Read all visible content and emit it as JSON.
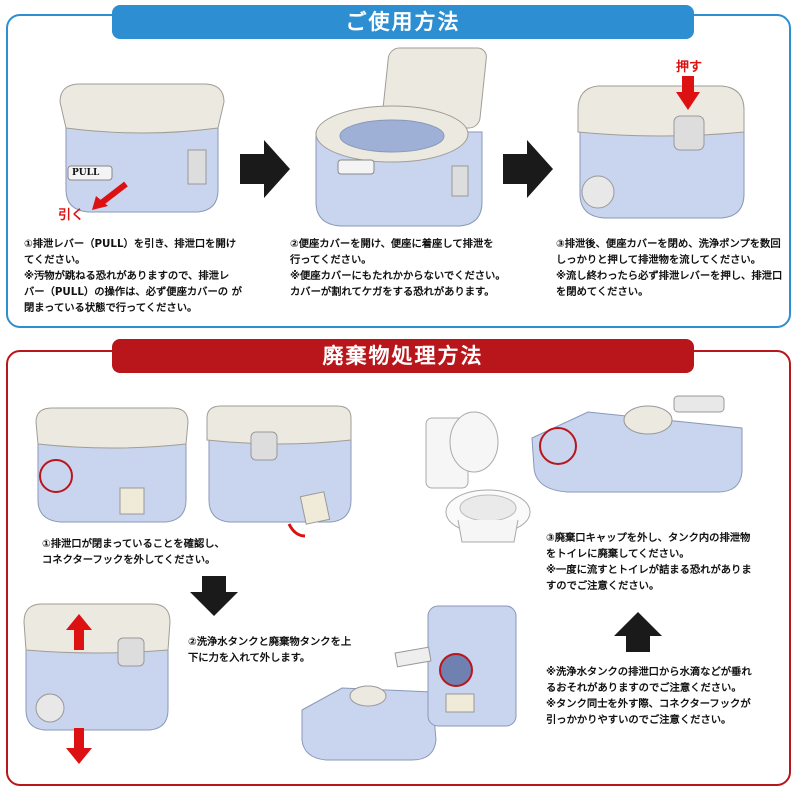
{
  "usage": {
    "title": "ご使用方法",
    "pull_label": "引く",
    "push_label": "押す",
    "lever_text": "PULL",
    "steps": [
      {
        "lines": [
          "①排泄レバー（PULL）を引き、排泄口を開け",
          "てください。",
          "※汚物が跳ねる恐れがありますので、排泄レ",
          "バー（PULL）の操作は、必ず便座カバーの が",
          "閉まっている状態で行ってください。"
        ]
      },
      {
        "lines": [
          "②便座カバーを開け、便座に着座して排泄を",
          "行ってください。",
          "※便座カバーにもたれかからないでください。",
          "カバーが割れてケガをする恐れがあります。"
        ]
      },
      {
        "lines": [
          "③排泄後、便座カバーを閉め、洗浄ポンプを数回",
          "しっかりと押して排泄物を流してください。",
          "※流し終わったら必ず排泄レバーを押し、排泄口",
          "を閉めてください。"
        ]
      }
    ]
  },
  "disposal": {
    "title": "廃棄物処理方法",
    "steps": [
      {
        "lines": [
          "①排泄口が閉まっていることを確認し、",
          "コネクターフックを外してください。"
        ]
      },
      {
        "lines": [
          "②洗浄水タンクと廃棄物タンクを上",
          "下に力を入れて外します。"
        ]
      },
      {
        "lines": [
          "③廃棄口キャップを外し、タンク内の排泄物",
          "をトイレに廃棄してください。",
          "※一度に流すとトイレが詰まる恐れがありま",
          "すのでご注意ください。"
        ]
      },
      {
        "lines": [
          "※洗浄水タンクの排泄口から水滴などが垂れ",
          "るおそれがありますのでご注意ください。",
          "※タンク同士を外す際、コネクターフックが",
          "引っかかりやすいのでご注意ください。"
        ]
      }
    ]
  },
  "colors": {
    "blue": "#2d8fd2",
    "red": "#b8161b",
    "tank": "#c9d4ee",
    "lid": "#ece9e1"
  }
}
